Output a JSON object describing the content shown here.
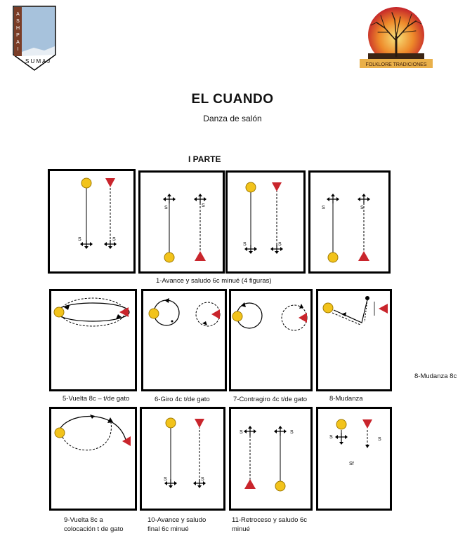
{
  "header": {
    "left_logo_text": "ASHPAI SUMAJ",
    "right_logo_text": "FOLKLORE TRADICIONES"
  },
  "title": "EL CUANDO",
  "subtitle": "Danza de salón",
  "part_label": "I   PARTE",
  "captions": {
    "c1": "1-Avance y saludo 6c minué  (4 figuras)",
    "c5": "5-Vuelta 8c – t/de gato",
    "c6": "6-Giro 4c t/de gato",
    "c7": "7-Contragiro 4c t/de gato",
    "c8": "8-Mudanza",
    "c9a": "9-Vuelta 8c a",
    "c9b": "colocación t de gato",
    "c10a": "10-Avance y saludo",
    "c10b": "final 6c minué",
    "c11a": "11-Retroceso y saludo 6c",
    "c11b": "minué"
  },
  "margin_note": "8-Mudanza 8c",
  "diagram_letters": {
    "s": "S",
    "sf": "Sf"
  },
  "colors": {
    "circle_fill": "#f2c31b",
    "triangle_fill": "#c9252c",
    "line": "#000000"
  }
}
